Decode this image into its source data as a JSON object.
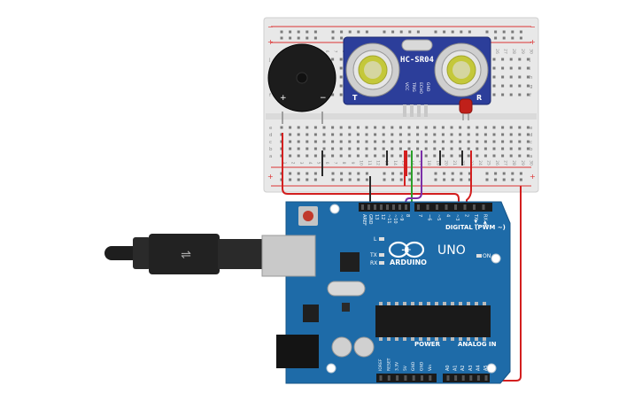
{
  "sensor": {
    "model": "HC-SR04",
    "left_mark": "T",
    "right_mark": "R",
    "pins": [
      "VCC",
      "TRIG",
      "ECHO",
      "GND"
    ]
  },
  "buzzer": {
    "plus": "+",
    "minus": "−"
  },
  "breadboard": {
    "row_letters_top": [
      "j",
      "i",
      "h",
      "g",
      "f"
    ],
    "row_letters_bottom": [
      "e",
      "d",
      "c",
      "b",
      "a"
    ],
    "plus": "+",
    "minus": "−",
    "column_numbers": [
      "1",
      "2",
      "3",
      "4",
      "5",
      "6",
      "7",
      "8",
      "9",
      "10",
      "11",
      "12",
      "13",
      "14",
      "15",
      "16",
      "17",
      "18",
      "19",
      "20",
      "21",
      "22",
      "23",
      "24",
      "25",
      "26",
      "27",
      "28",
      "29",
      "30"
    ]
  },
  "arduino": {
    "brand": "ARDUINO",
    "model": "UNO",
    "logo_symbol": "-+",
    "digital_label": "DIGITAL (PWM ~)",
    "digital_pins": [
      "AREF",
      "GND",
      "13",
      "12",
      "~11",
      "~10",
      "~9",
      "8",
      "7",
      "~6",
      "~5",
      "4",
      "~3",
      "2",
      "TX▶1",
      "RX◀0"
    ],
    "led_labels": [
      "L",
      "TX",
      "RX"
    ],
    "on_label": "ON",
    "power_label": "POWER",
    "power_pins": [
      "IOREF",
      "RESET",
      "3.3V",
      "5V",
      "GND",
      "GND",
      "Vin"
    ],
    "analog_label": "ANALOG IN",
    "analog_pins": [
      "A0",
      "A1",
      "A2",
      "A3",
      "A4",
      "A5"
    ]
  },
  "colors": {
    "board": "#1e6ba8",
    "breadboard": "#e9e9e9",
    "sensor_board": "#2c3e9a",
    "wire_red": "#d31f1f",
    "wire_black": "#2a2a2a",
    "wire_green": "#2aa12a",
    "wire_purple": "#7b2fa8",
    "led_red": "#c0201a"
  }
}
